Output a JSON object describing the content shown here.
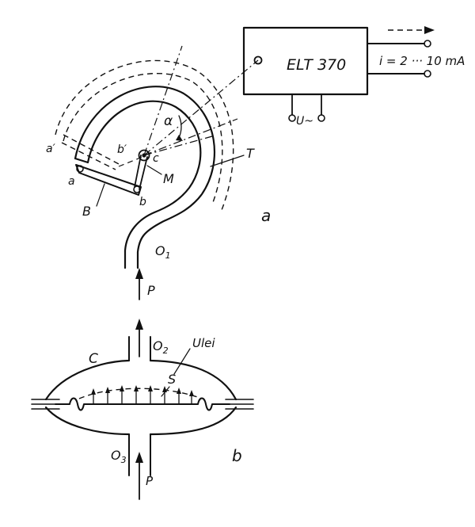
{
  "device": {
    "label": "ELT 370",
    "output_current": "i = 2 ··· 10 mA",
    "supply_label": "U~"
  },
  "part_a": {
    "panel_label": "a",
    "labels": {
      "alpha": "α",
      "a_prime": "a′",
      "b_prime": "b′",
      "c": "c",
      "a": "a",
      "b": "b",
      "M": "M",
      "B": "B",
      "T": "T",
      "O1": "O",
      "O1_sub": "1",
      "P": "P"
    }
  },
  "part_b": {
    "panel_label": "b",
    "labels": {
      "C": "C",
      "S": "S",
      "oil": "Ulei",
      "O2": "O",
      "O2_sub": "2",
      "O3": "O",
      "O3_sub": "3",
      "P": "P"
    }
  }
}
